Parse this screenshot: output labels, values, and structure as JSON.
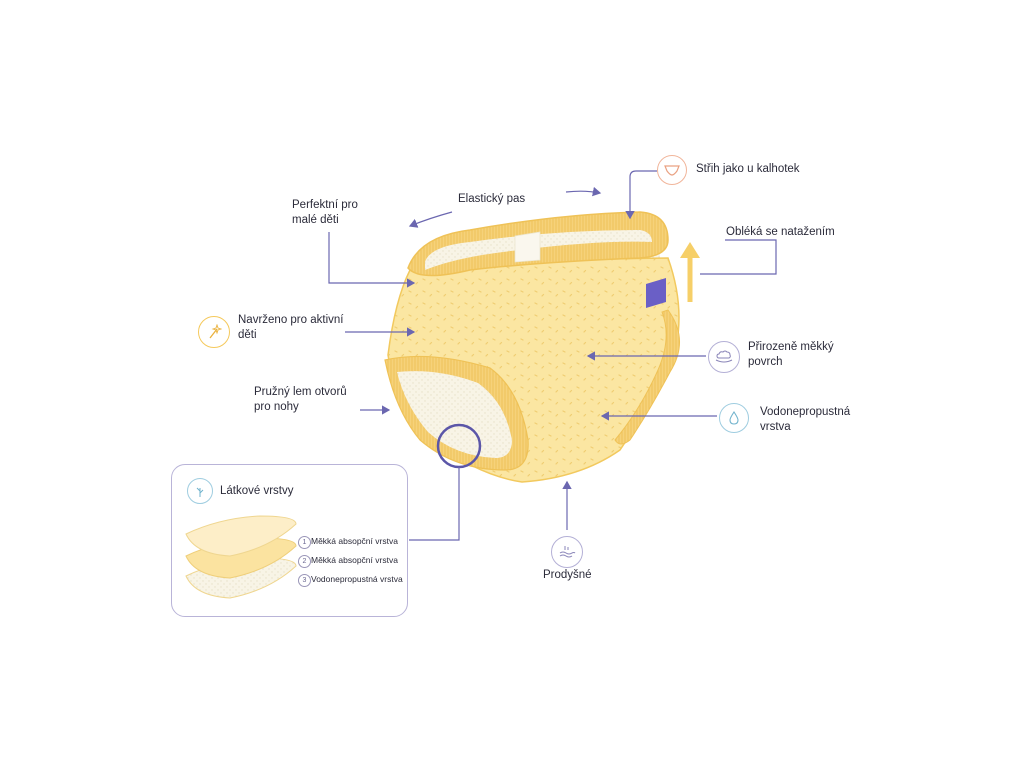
{
  "labels": {
    "elastic_waist": "Elastický pas",
    "cut_like_panties": "Střih jako u kalhotek",
    "perfect_for_small_1": "Perfektní pro",
    "perfect_for_small_2": "malé děti",
    "pull_on": "Obléká se natažením",
    "active_1": "Navrženo pro aktivní",
    "active_2": "děti",
    "soft_surface_1": "Přirozeně měkký",
    "soft_surface_2": "povrch",
    "leg_hem_1": "Pružný lem otvorů",
    "leg_hem_2": "pro nohy",
    "waterproof_1": "Vodonepropustná",
    "waterproof_2": "vrstva",
    "breathable": "Prodyšné"
  },
  "layers": {
    "title": "Látkové vrstvy",
    "items": [
      {
        "number": "1",
        "label": "Měkká absopční vrstva"
      },
      {
        "number": "2",
        "label": "Měkká absopční vrstva"
      },
      {
        "number": "3",
        "label": "Vodonepropustná vrstva"
      }
    ]
  },
  "colors": {
    "fabric": "#fbe7a4",
    "fabric_dark": "#f4cf6a",
    "elastic": "#f8d57d",
    "lining": "#f7f3e4",
    "accent": "#5b56a8",
    "arrow": "#6b67b0",
    "box_border": "#b9b4d8",
    "tag": "#6a5fc6",
    "icon_orange": "#f1b59a",
    "icon_yellow": "#f5c95c",
    "icon_blue": "#9fcde0",
    "icon_purple": "#b4b0d6"
  },
  "icons": {
    "panties": "panties-icon",
    "wand": "magic-wand-icon",
    "cloud": "cloud-hands-icon",
    "drop": "water-drop-icon",
    "air": "air-flow-icon",
    "fabric": "fabric-leaf-icon"
  }
}
